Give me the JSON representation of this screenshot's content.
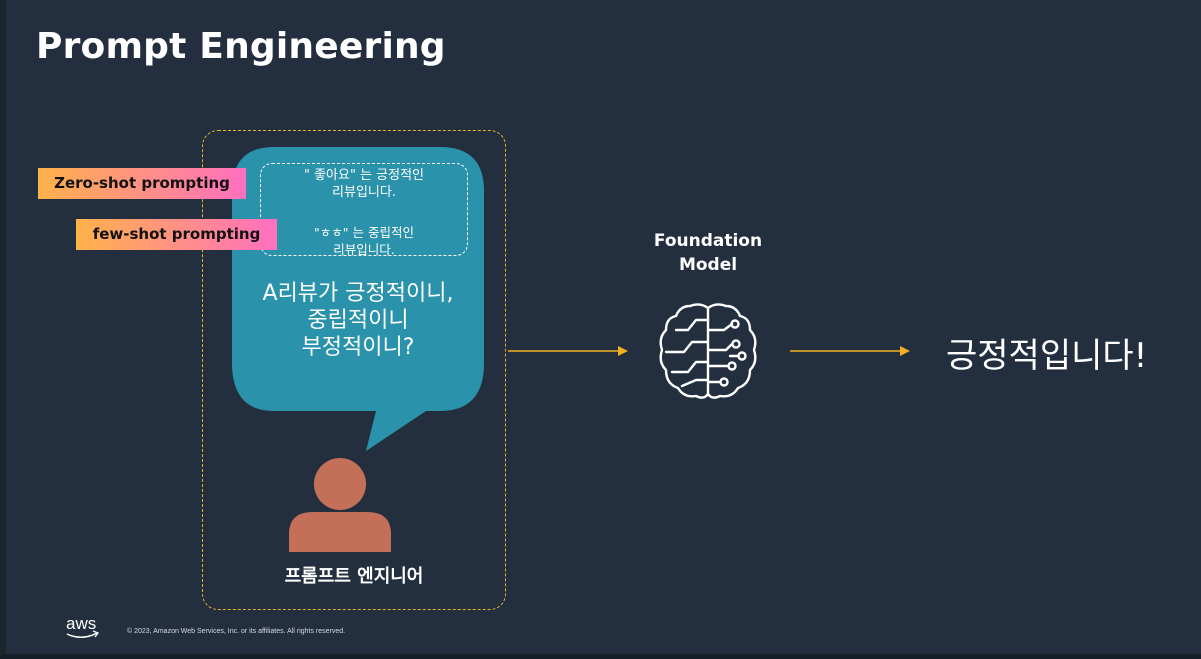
{
  "slide": {
    "title": "Prompt Engineering",
    "copyright": "© 2023, Amazon Web Services, Inc. or its affiliates. All rights reserved.",
    "logo_text": "aws"
  },
  "tags": {
    "zero_shot": "Zero-shot prompting",
    "few_shot": "few-shot prompting"
  },
  "bubble": {
    "example_1_line_1": "\" 좋아요\" 는 긍정적인",
    "example_1_line_2": "리뷰입니다.",
    "example_2_line_1": "\"ㅎㅎ\" 는 중립적인",
    "example_2_line_2": "리뷰입니다.",
    "question_line_1": "A리뷰가 긍정적이니,",
    "question_line_2": "중립적이니",
    "question_line_3": "부정적이니?"
  },
  "engineer": {
    "label": "프롬프트 엔지니어"
  },
  "model": {
    "label_line_1": "Foundation",
    "label_line_2": "Model"
  },
  "result": {
    "text": "긍정적입니다!"
  },
  "colors": {
    "background": "#232f3e",
    "bubble": "#2a92ab",
    "frame_dash": "#e6b420",
    "arrow": "#f2b01e",
    "person": "#c47058",
    "tag_gradient_start": "#ffb24a",
    "tag_gradient_end": "#ff6fc0"
  },
  "icons": [
    "speech-bubble-icon",
    "person-icon",
    "brain-circuit-icon",
    "arrow-right-icon",
    "aws-logo-icon"
  ]
}
